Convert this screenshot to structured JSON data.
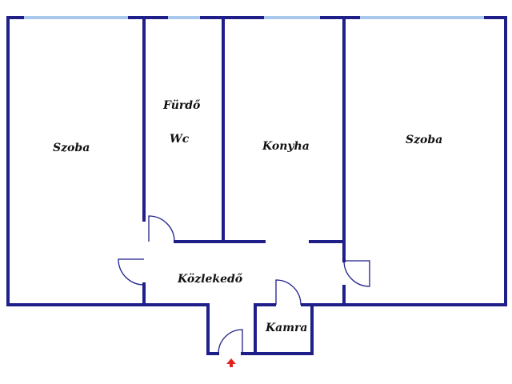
{
  "rooms": {
    "szoba_left": "Szoba",
    "furdo": "Fürdő",
    "wc": "Wc",
    "konyha": "Konyha",
    "szoba_right": "Szoba",
    "kozlekedo": "Közlekedő",
    "kamra": "Kamra"
  },
  "colors": {
    "wall": "#1f1f8a",
    "window": "#a9c8ee",
    "entrance_arrow": "#e32222",
    "label": "#111111"
  },
  "icons": {
    "entrance": "red-up-arrow-icon"
  }
}
